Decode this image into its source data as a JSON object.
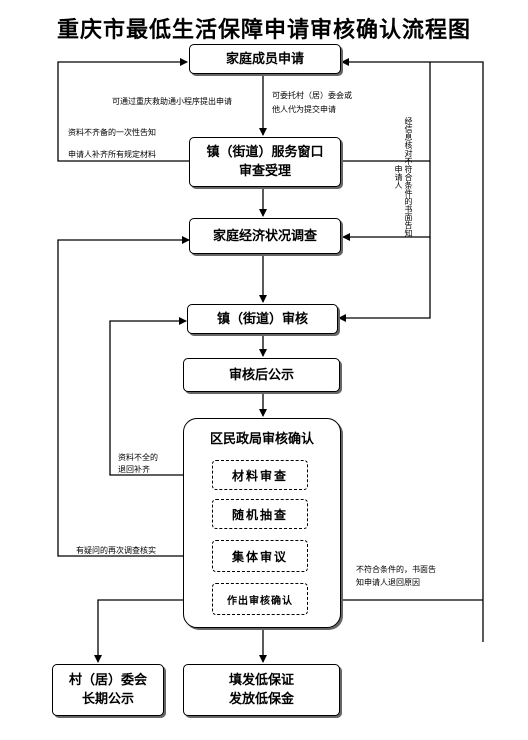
{
  "title": "重庆市最低生活保障申请审核确认流程图",
  "nodes": {
    "apply": "家庭成员申请",
    "window_line1": "镇（街道）服务窗口",
    "window_line2": "审查受理",
    "survey": "家庭经济状况调查",
    "town_review": "镇（街道）审核",
    "publicity": "审核后公示",
    "bureau": "区民政局审核确认",
    "material_check": "材料审查",
    "random_check": "随机抽查",
    "collective": "集体审议",
    "decision": "作出审核确认",
    "village_line1": "村（居）委会",
    "village_line2": "长期公示",
    "issue_line1": "填发低保证",
    "issue_line2": "发放低保金"
  },
  "notes": {
    "app": "可通过重庆救助通小程序提出申请",
    "entrust_line1": "可委托村（居）委会或",
    "entrust_line2": "他人代为提交申请",
    "incomplete": "资料不齐备的一次性告知",
    "supplement": "申请人补齐所有规定材料",
    "reject_vertical": "经信息核对不符合条件的书面告知申请人",
    "return_line1": "资料不全的",
    "return_line2": "退回补齐",
    "doubt": "有疑问的再次调查核实",
    "notify_line1": "不符合条件的，书面告",
    "notify_line2": "知申请人退回原因"
  }
}
